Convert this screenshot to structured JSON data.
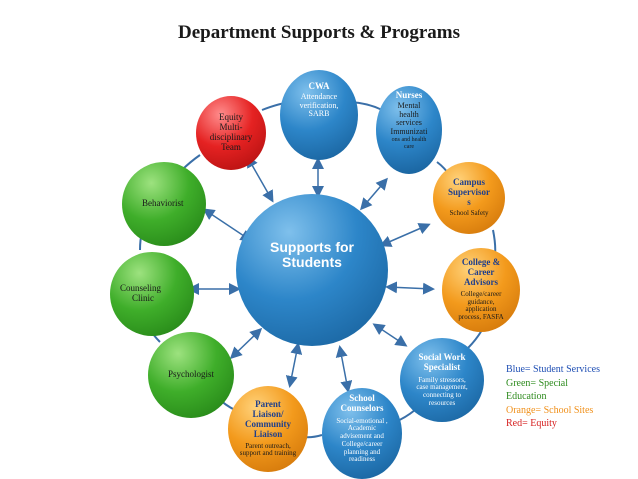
{
  "title": "Department Supports & Programs",
  "center": {
    "label_line1": "Supports for",
    "label_line2": "Students"
  },
  "nodes": {
    "cwa": {
      "title": "CWA",
      "lines": [
        "Attendance",
        "verification,",
        "SARB"
      ]
    },
    "nurses": {
      "title": "Nurses",
      "lines": [
        "Mental",
        "health",
        "services",
        "Immunizati",
        "ons and health",
        "care"
      ]
    },
    "campus_supervisors": {
      "title_lines": [
        "Campus",
        "Supervisor",
        "s"
      ],
      "lines": [
        "School Safety"
      ]
    },
    "college_career": {
      "title_lines": [
        "College &",
        "Career",
        "Advisors"
      ],
      "lines": [
        "College/career",
        "guidance,",
        "application",
        "process, FASFA"
      ]
    },
    "social_work": {
      "title_lines": [
        "Social Work",
        "Specialist"
      ],
      "lines": [
        "Family stressors,",
        "case management,",
        "connecting to",
        "resources"
      ]
    },
    "school_counselors": {
      "title_lines": [
        "School",
        "Counselors"
      ],
      "lines": [
        "Social-emotional ,",
        "Academic",
        "advisement and",
        "College/career",
        "planning and",
        "readiness"
      ]
    },
    "parent_liaison": {
      "title_lines": [
        "Parent",
        "Liaison/",
        "Community",
        "Liaison"
      ],
      "lines": [
        "Parent outreach,",
        "support and training"
      ]
    },
    "psychologist": {
      "title": "Psychologist"
    },
    "counseling_clinic": {
      "title_lines": [
        "Counseling",
        "Clinic"
      ]
    },
    "behaviorist": {
      "title": "Behaviorist"
    },
    "equity_team": {
      "title_lines": [
        "Equity",
        "Multi-",
        "disciplinary",
        "Team"
      ]
    }
  },
  "legend": {
    "items": [
      {
        "label": "Blue= Student Services",
        "color": "#1f4fb4"
      },
      {
        "label": "Green= Special",
        "color": "#2e8b1e"
      },
      {
        "label": "Education",
        "color": "#2e8b1e"
      },
      {
        "label": "Orange= School Sites",
        "color": "#f0901a"
      },
      {
        "label": "Red= Equity",
        "color": "#d61f1f"
      }
    ]
  },
  "colors": {
    "blue": "#2d86c9",
    "green": "#3fae2a",
    "orange": "#f39a1c",
    "red": "#e52222",
    "connector": "#3a6fa8"
  }
}
